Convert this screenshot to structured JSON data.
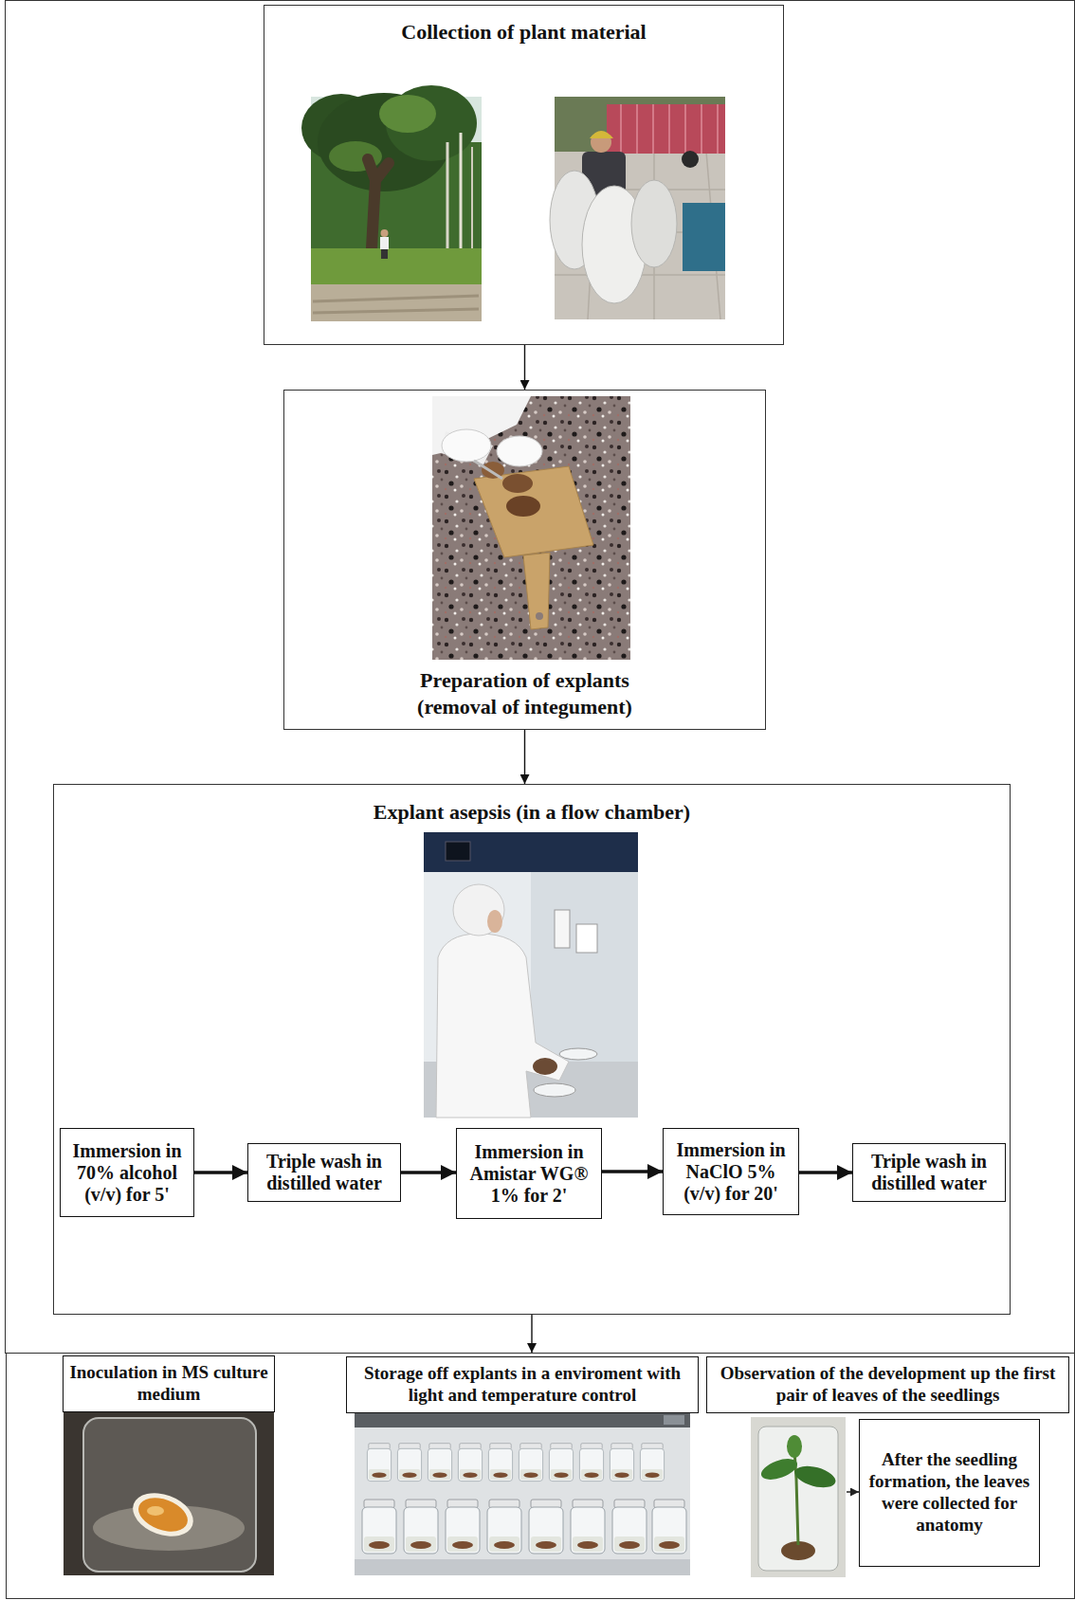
{
  "diagram": {
    "nodes": [
      {
        "text": [
          "Collection of plant material"
        ]
      },
      {
        "text": [
          "Preparation of explants (removal of integument)"
        ]
      },
      {
        "text": [
          "Explant asepsis (in a flow chamber)"
        ]
      },
      {
        "text": [
          "Immersion in 70% alcohol (v/v) for 5'"
        ],
        "in": 2
      },
      {
        "text": [
          "Triple wash in distilled water"
        ],
        "in": 2
      },
      {
        "text": [
          "Immersion in Amistar WG® 1% for 2'"
        ],
        "in": 2
      },
      {
        "text": [
          "Immersion in NaClO 5% (v/v) for 20'"
        ],
        "in": 2
      },
      {
        "text": [
          "Triple wash in distilled water"
        ],
        "in": 2
      },
      {
        "text": []
      },
      {
        "text": [
          "Inoculation in MS culture medium"
        ],
        "in": 8
      },
      {
        "text": [
          "Storage off explants in a enviroment with light and temperature control"
        ],
        "in": 8
      },
      {
        "text": [
          "Observation of the development up the first pair of leaves of the seedlings"
        ],
        "in": 8
      },
      {
        "text": [
          "After the seedling formation, the leaves were collected for anatomy"
        ],
        "in": 8
      }
    ],
    "edges": [
      {
        "from": 0,
        "to": 1,
        "arrow": "to"
      },
      {
        "from": 1,
        "to": 2,
        "arrow": "to"
      },
      {
        "from": 3,
        "to": 4,
        "arrow": "to"
      },
      {
        "from": 4,
        "to": 5,
        "arrow": "to"
      },
      {
        "from": 5,
        "to": 6,
        "arrow": "to"
      },
      {
        "from": 6,
        "to": 7,
        "arrow": "to"
      },
      {
        "from": 2,
        "to": 8,
        "arrow": "to"
      }
    ]
  }
}
